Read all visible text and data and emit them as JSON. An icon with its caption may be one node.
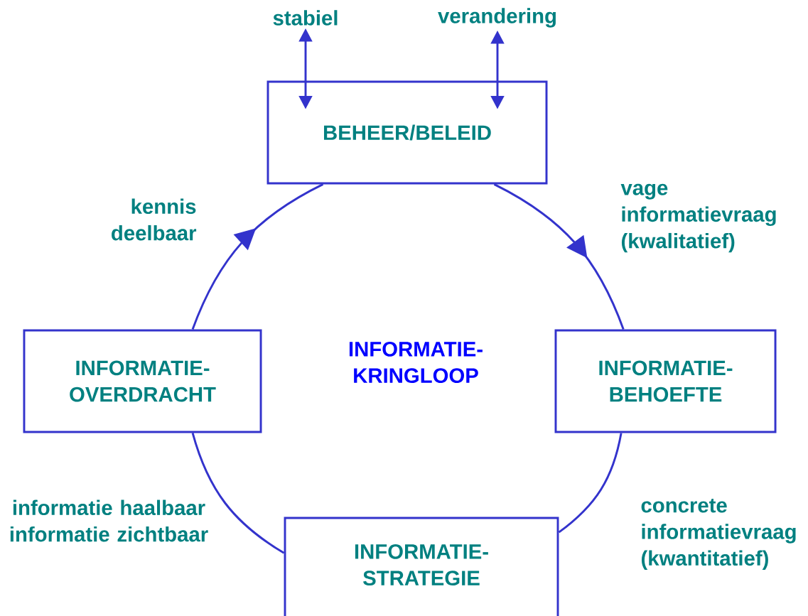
{
  "diagram": {
    "nodes": [
      {
        "text": [
          "BEHEER/BELEID"
        ]
      },
      {
        "text": [
          "INFORMATIE- BEHOEFTE"
        ]
      },
      {
        "text": [
          "INFORMATIE- STRATEGIE"
        ]
      },
      {
        "text": [
          "INFORMATIE- OVERDRACHT"
        ]
      },
      {
        "text": [
          "stabiel"
        ]
      },
      {
        "text": [
          "verandering"
        ]
      }
    ],
    "edges": [
      {
        "from": 0,
        "to": 1,
        "arrow": "to",
        "label": "vage informatievraag (kwalitatief)"
      },
      {
        "from": 1,
        "to": 2,
        "arrow": "none",
        "label": "concrete informatievraag (kwantitatief)"
      },
      {
        "from": 2,
        "to": 3,
        "arrow": "none",
        "label": "informatie haalbaar informatie zichtbaar"
      },
      {
        "from": 3,
        "to": 0,
        "arrow": "to",
        "label": "kennis deelbaar"
      },
      {
        "from": 4,
        "to": 0,
        "arrow": "both"
      },
      {
        "from": 5,
        "to": 0,
        "arrow": "both"
      }
    ],
    "labels": [
      "INFORMATIE- KRINGLOOP"
    ]
  }
}
